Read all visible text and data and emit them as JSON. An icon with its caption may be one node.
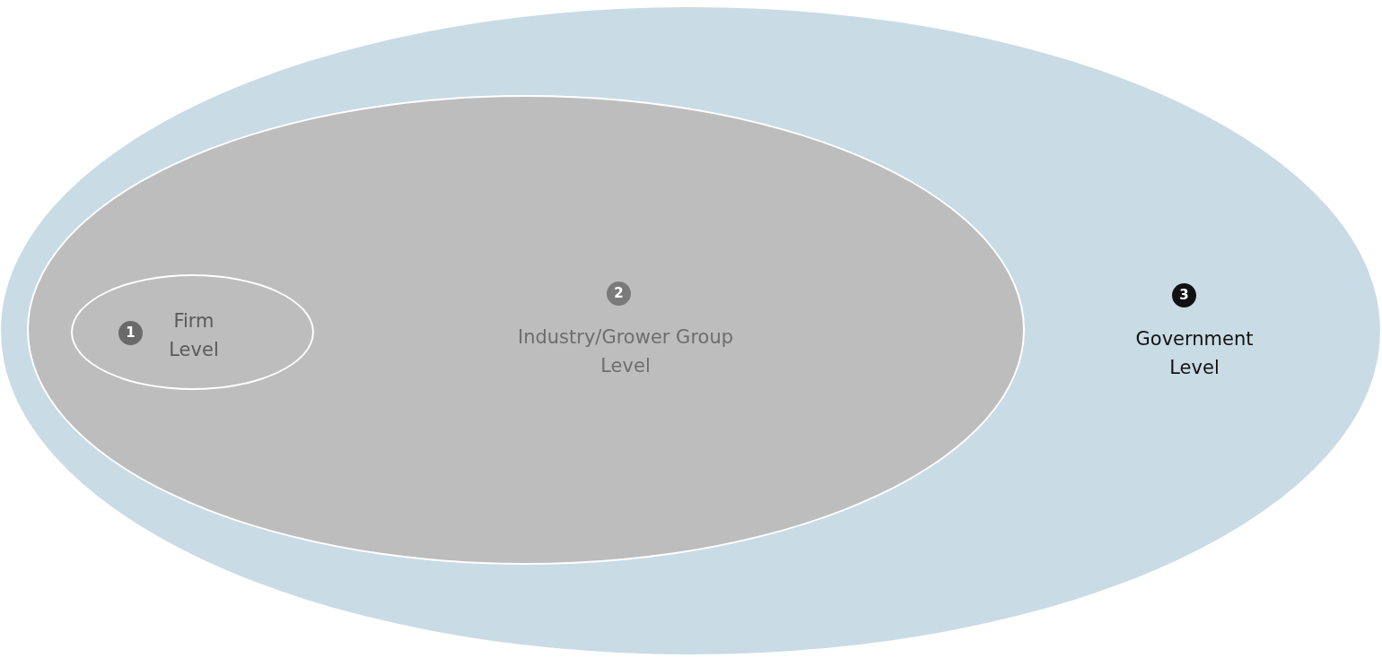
{
  "diagram": {
    "nodes": [
      {
        "text": [
          "3",
          "Government Level"
        ]
      },
      {
        "text": [
          "2",
          "Industry/Grower Group Level"
        ],
        "in": 0
      },
      {
        "text": [
          "1",
          "Firm Level"
        ],
        "in": 1
      }
    ]
  }
}
